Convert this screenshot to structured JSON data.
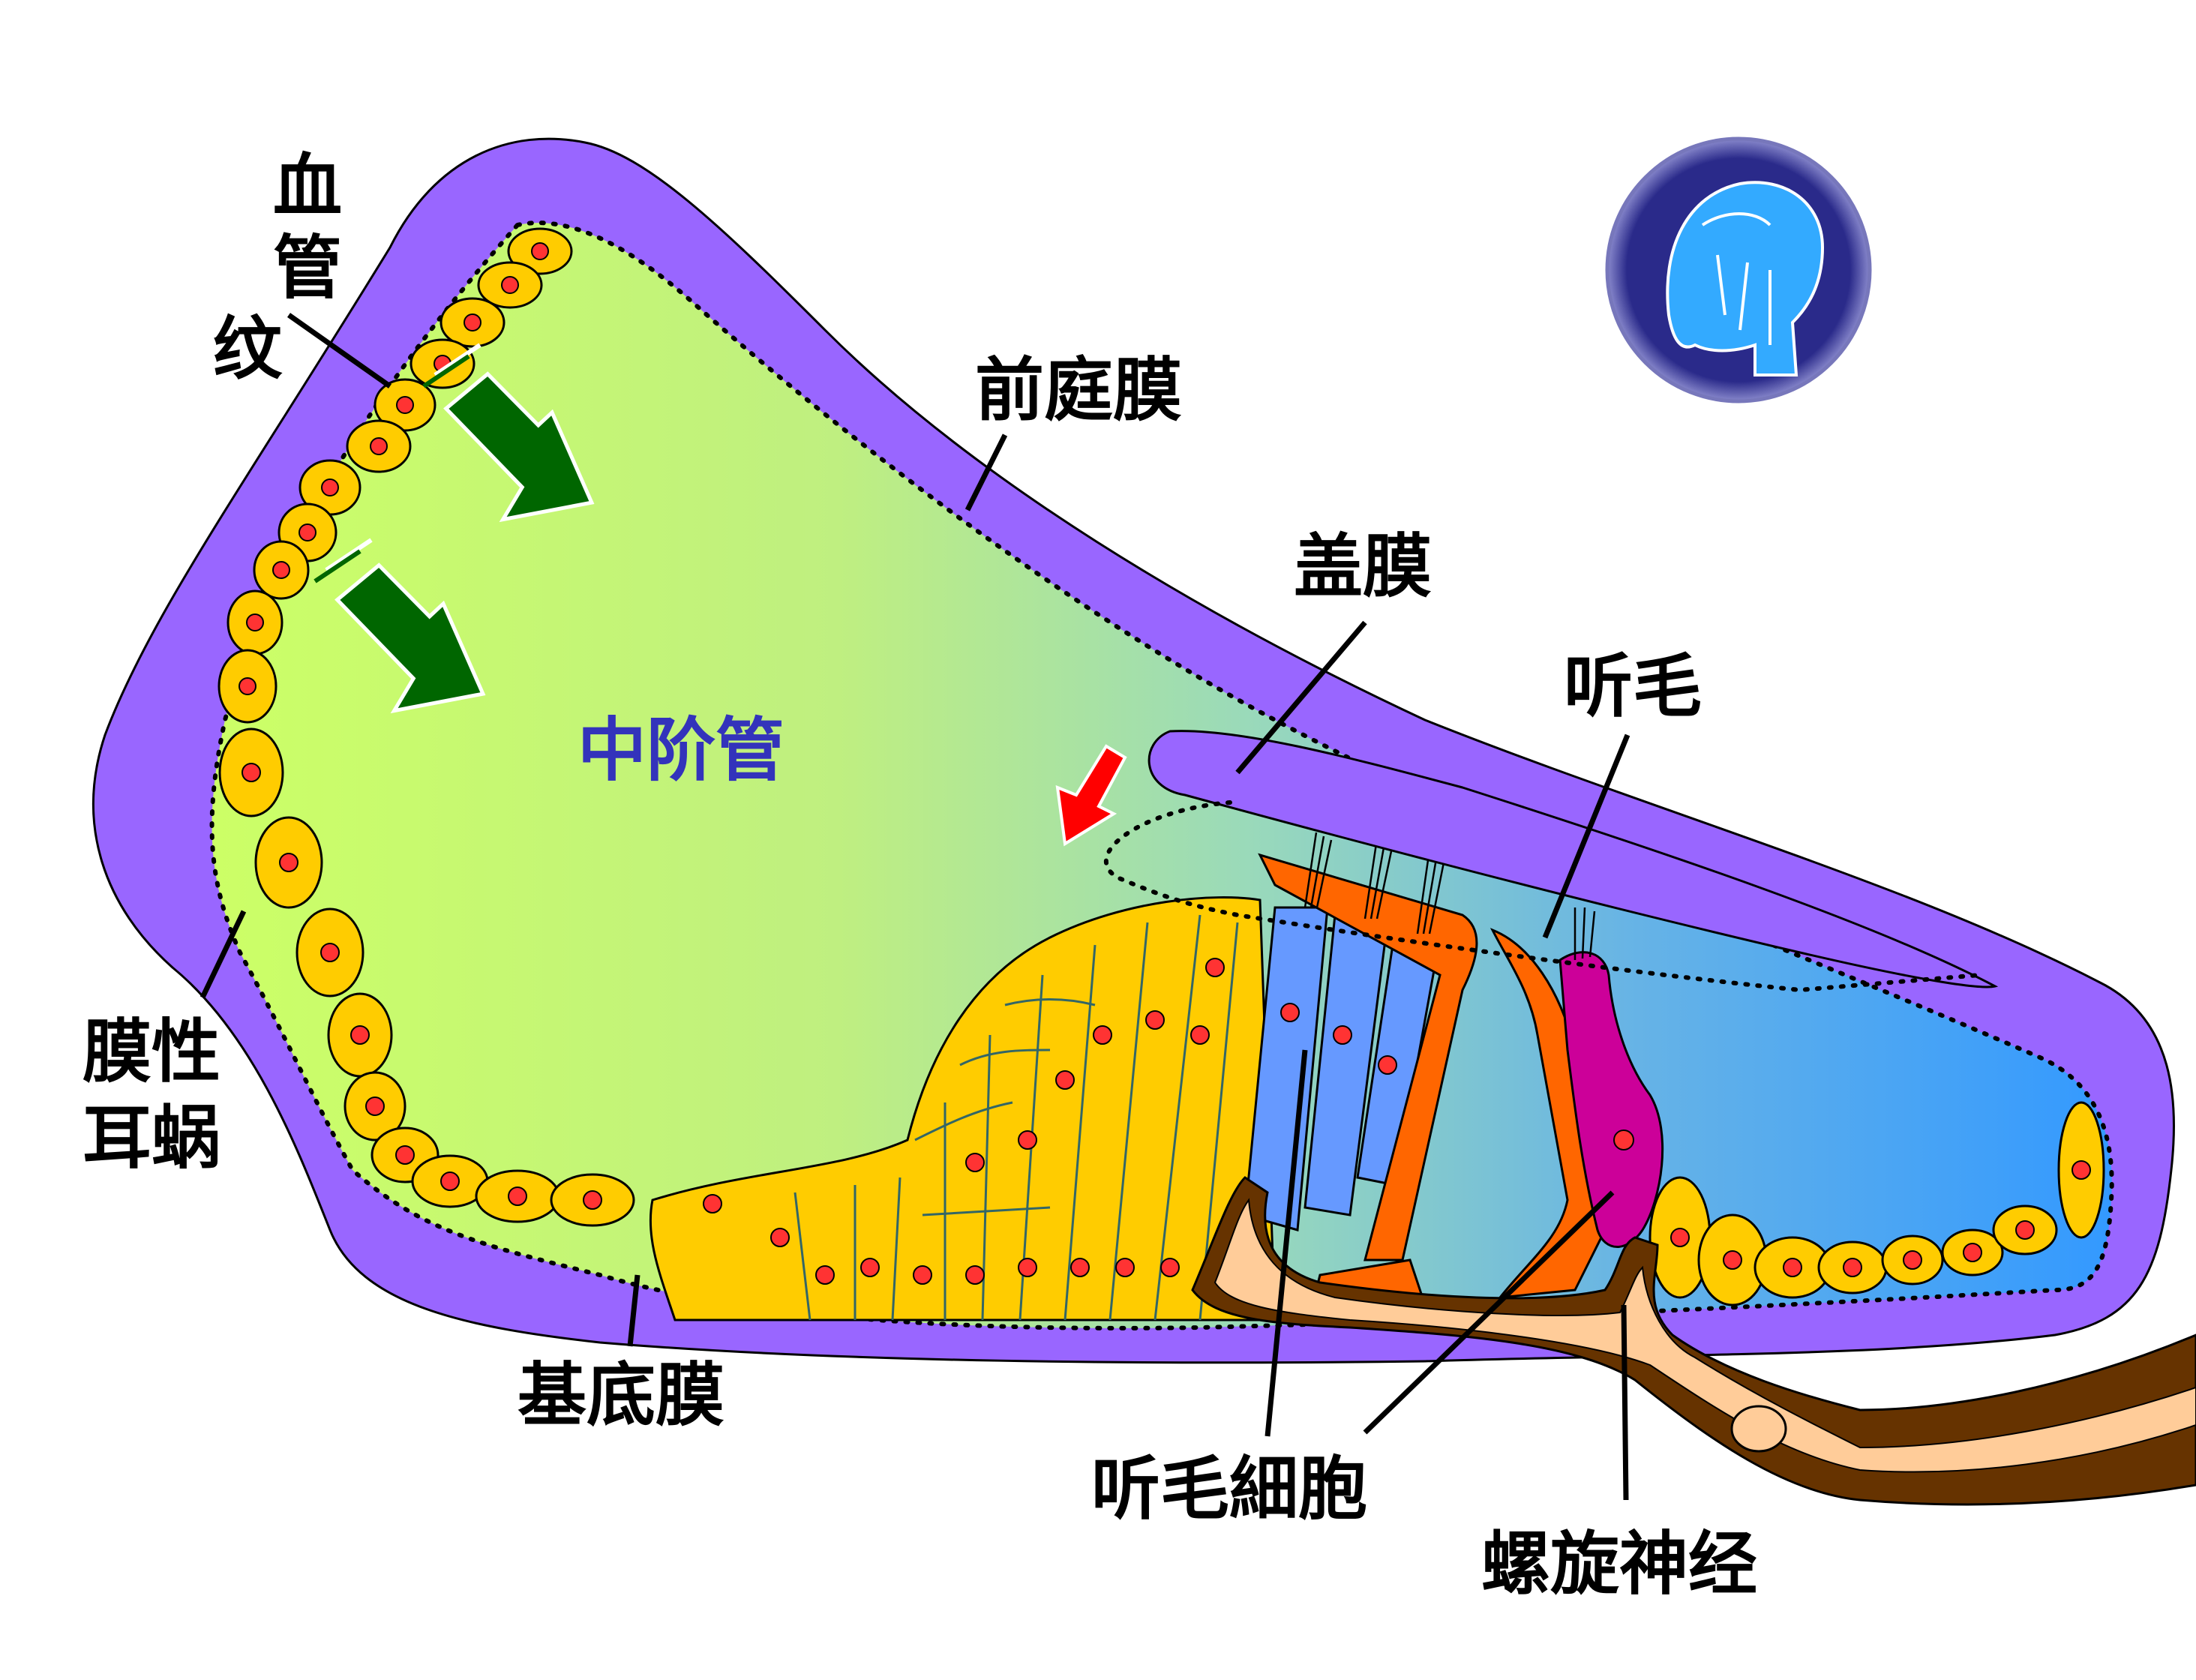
{
  "labels": {
    "stria_vascularis": [
      "血",
      "管",
      "纹"
    ],
    "membranous_cochlea": [
      "膜性",
      "耳蜗"
    ],
    "vestibular_membrane": "前庭膜",
    "tectorial_membrane": "盖膜",
    "stereocilia": "听毛",
    "scala_media": "中阶管",
    "basilar_membrane": "基底膜",
    "hair_cell": "听毛細胞",
    "spiral_nerve": "螺旋神经"
  },
  "colors": {
    "outer_membrane": "#9966ff",
    "endolymph_left": "#ccff66",
    "endolymph_right": "#3399ff",
    "support_cells": "#ffcc00",
    "cell_nucleus": "#ff3333",
    "pillar_cells": "#ff6600",
    "outer_hair_cells": "#6699ff",
    "inner_hair_cell": "#cc0099",
    "nerve_dark": "#663300",
    "nerve_light": "#ffcc99",
    "flow_arrow": "#006600",
    "highlight_arrow": "#ff0000",
    "logo_bg": "#2a2a8a",
    "logo_head": "#33aaff"
  },
  "icons": {
    "logo": "head-anatomy-logo-icon",
    "flow_arrows": "arrow-down-right-icon",
    "red_arrow": "arrow-down-left-icon"
  }
}
